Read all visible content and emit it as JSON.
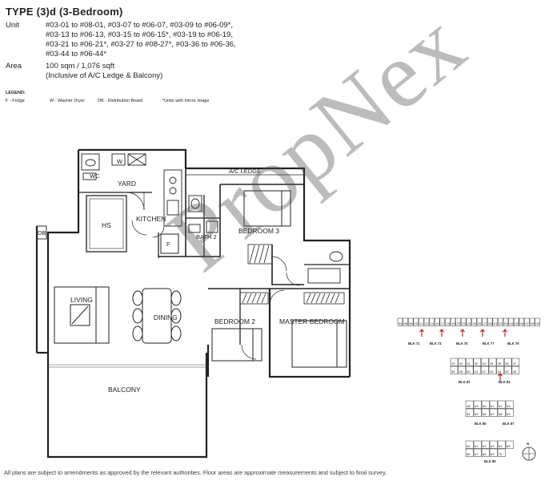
{
  "header": {
    "title": "TYPE (3)d (3-Bedroom)"
  },
  "unit": {
    "label": "Unit",
    "lines": [
      "#03-01 to #08-01, #03-07 to #06-07, #03-09 to #06-09*,",
      "#03-13 to #06-13, #03-15 to #06-15*, #03-19 to #06-19,",
      "#03-21 to #06-21*, #03-27 to #08-27*, #03-36 to #06-36,",
      "#03-44 to #06-44*"
    ]
  },
  "area": {
    "label": "Area",
    "value": "100 sqm / 1,076 sqft",
    "note": "(Inclusive of A/C Ledge & Balcony)"
  },
  "legend": {
    "title": "LEGEND:",
    "items": [
      "F - Fridge",
      "W - Washer Dryer",
      "DB - Distribution Board",
      "*Units with mirror image"
    ]
  },
  "rooms": {
    "yard": "YARD",
    "wc": "WC",
    "w": "W",
    "hs": "HS",
    "kitchen": "KITCHEN",
    "ac_ledge": "A/C LEDGE",
    "bedroom3": "BEDROOM 3",
    "bath2": "BATH 2",
    "f": "F",
    "db": "DB",
    "living": "LIVING",
    "dining": "DINING",
    "bedroom2": "BEDROOM 2",
    "master": "MASTER BEDROOM",
    "balcony": "BALCONY"
  },
  "watermark": "PropNex",
  "keyplan": {
    "blocks": [
      "BLK 71",
      "BLK 73",
      "BLK 75",
      "BLK 77",
      "BLK 79",
      "BLK 81",
      "BLK 83",
      "BLK 85",
      "BLK 87",
      "BLK 89"
    ],
    "row1_units": [
      "54",
      "55",
      "56",
      "10",
      "11",
      "12",
      "15",
      "16",
      "17",
      "18",
      "19",
      "20",
      "23",
      "24",
      "25",
      "26",
      "27",
      "28",
      "01",
      "02",
      "03",
      "04",
      "05",
      "06",
      "07",
      "08",
      "09"
    ],
    "row2_units": [
      "29",
      "30",
      "31",
      "32",
      "33",
      "34",
      "35",
      "36",
      "37",
      "38",
      "39",
      "40",
      "41",
      "42",
      "43",
      "44",
      "45",
      "46"
    ],
    "row3_units": [
      "48",
      "49",
      "50",
      "51",
      "52",
      "53",
      "54",
      "55",
      "56",
      "57",
      "58",
      "59"
    ],
    "row4_units": [
      "60",
      "61",
      "62",
      "63",
      "64",
      "65",
      "66",
      "67",
      "68",
      "69",
      "70"
    ],
    "north": "N"
  },
  "footer": "All plans are subject to amendments as approved by the relevant authorities. Floor areas are approximate measurements and subject to final survey."
}
